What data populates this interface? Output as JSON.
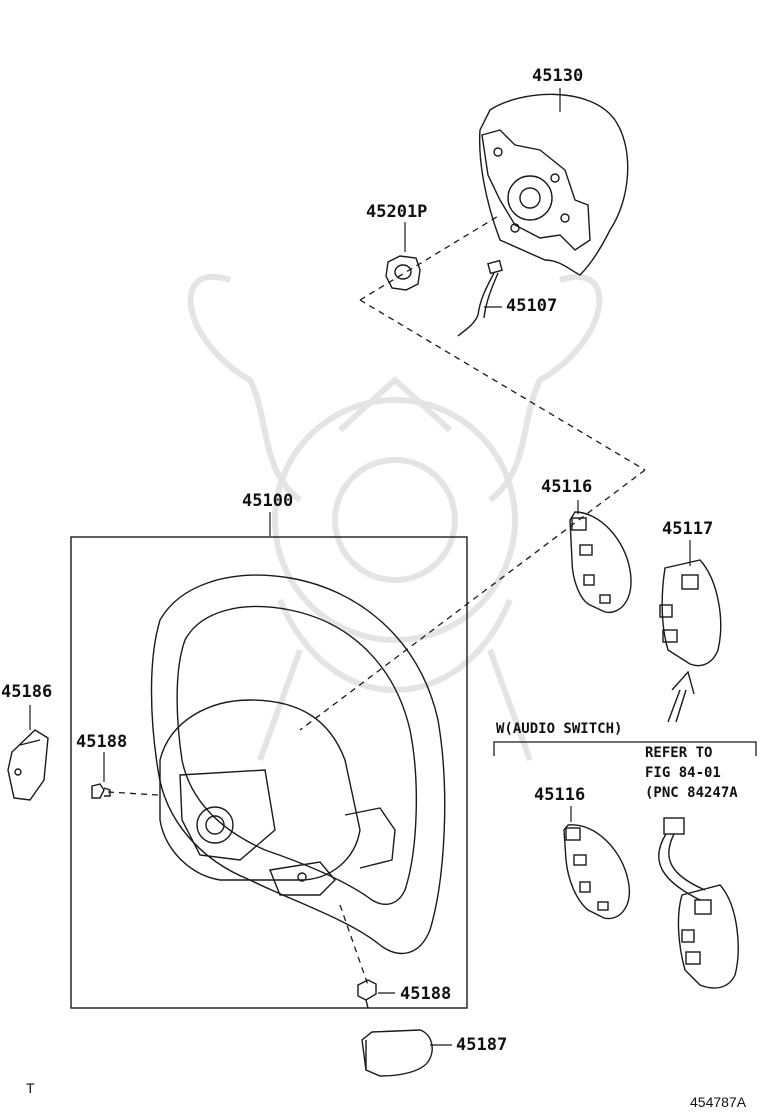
{
  "parts": {
    "p45130": "45130",
    "p45201p": "45201P",
    "p45107": "45107",
    "p45116_top": "45116",
    "p45117": "45117",
    "p45100": "45100",
    "p45186": "45186",
    "p45188_left": "45188",
    "p45188_bottom": "45188",
    "p45116_bottom": "45116",
    "p45187": "45187"
  },
  "notes": {
    "audio_switch": "W(AUDIO SWITCH)",
    "refer_line1": "REFER TO",
    "refer_line2": "FIG 84-01",
    "refer_line3": "(PNC 84247A"
  },
  "footer": {
    "left_mark": "T",
    "diagram_id": "454787A"
  },
  "colors": {
    "line": "#1a1a1a",
    "watermark": "#e6e6e6"
  }
}
